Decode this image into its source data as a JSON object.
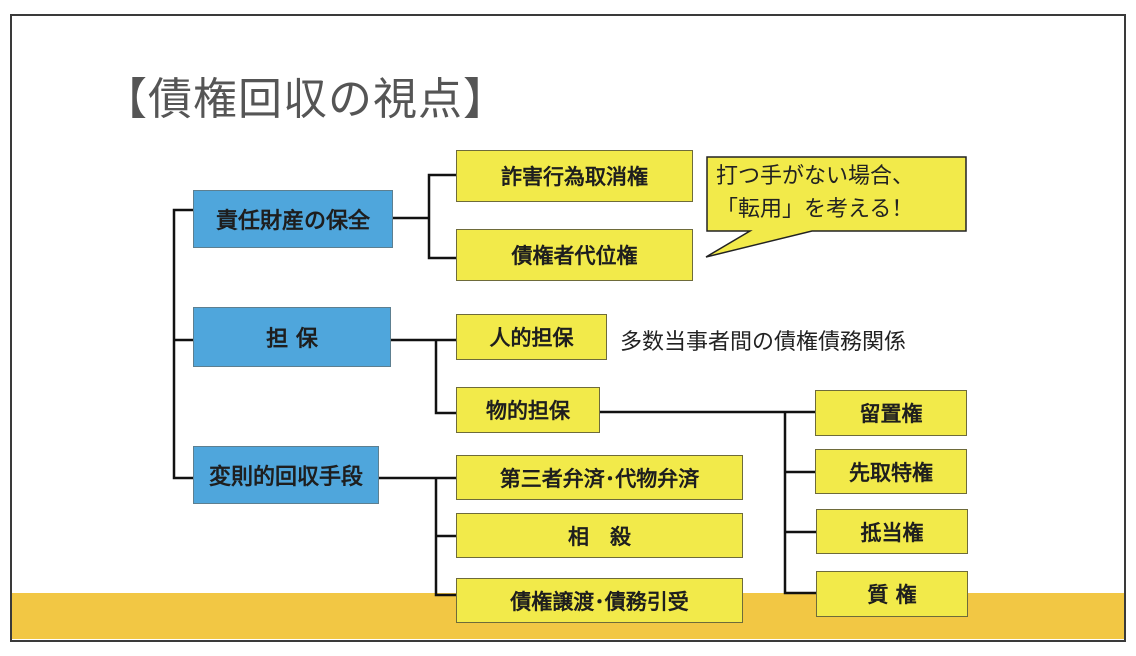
{
  "slide": {
    "title": "【債権回収の視点】",
    "colors": {
      "primary_box": "#4fa6dc",
      "secondary_box": "#f2ea4a",
      "footer_band": "#f2c744",
      "title_text": "#555555",
      "connector": "#111111"
    }
  },
  "diagram": {
    "categories": [
      {
        "label": "責任財産の保全",
        "children": [
          {
            "label": "詐害行為取消権"
          },
          {
            "label": "債権者代位権"
          }
        ]
      },
      {
        "label": "担 保",
        "children": [
          {
            "label": "人的担保",
            "note": "多数当事者間の債権債務関係"
          },
          {
            "label": "物的担保",
            "children": [
              {
                "label": "留置権"
              },
              {
                "label": "先取特権"
              },
              {
                "label": "抵当権"
              },
              {
                "label": "質 権"
              }
            ]
          }
        ]
      },
      {
        "label": "変則的回収手段",
        "children": [
          {
            "label": "第三者弁済･代物弁済"
          },
          {
            "label": "相　殺"
          },
          {
            "label": "債権譲渡･債務引受"
          }
        ]
      }
    ],
    "callout": {
      "lines": [
        "打つ手がない場合、",
        "「転用」を考える！"
      ]
    }
  }
}
